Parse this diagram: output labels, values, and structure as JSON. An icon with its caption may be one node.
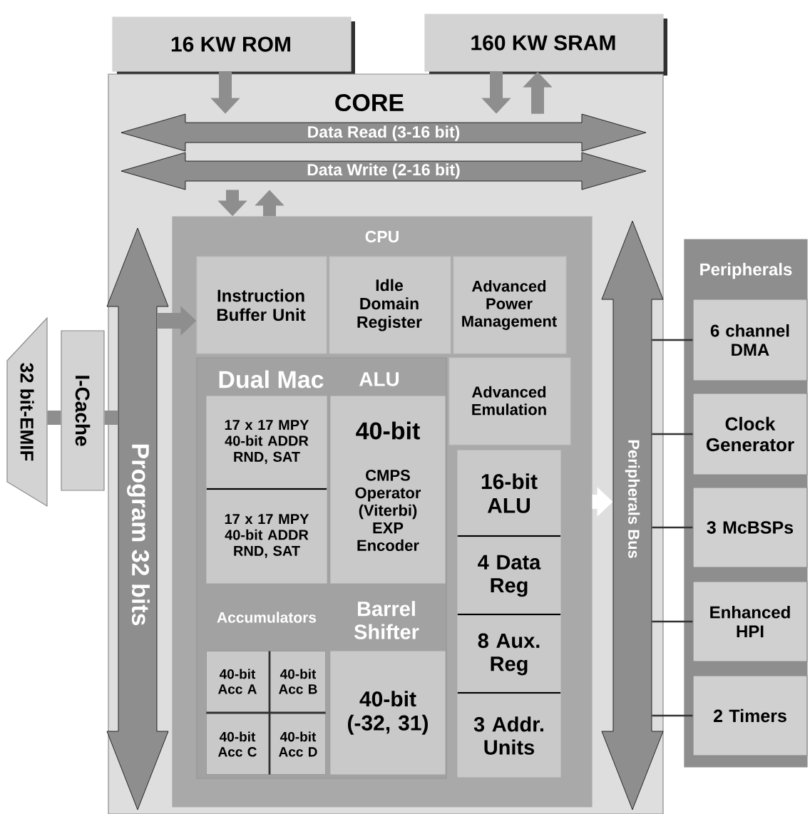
{
  "diagram": {
    "nodes": [
      {
        "text": [
          "16 KW ROM"
        ]
      },
      {
        "text": [
          "160 KW SRAM"
        ]
      },
      {
        "text": [
          "CORE"
        ]
      },
      {
        "text": [
          "Data Read (3-16 bit)"
        ],
        "in": 2
      },
      {
        "text": [
          "Data Write (2-16 bit)"
        ],
        "in": 2
      },
      {
        "text": [
          "CPU"
        ],
        "in": 2
      },
      {
        "text": [
          "Instruction Buffer Unit"
        ],
        "in": 5
      },
      {
        "text": [
          "Idle Domain Register"
        ],
        "in": 5
      },
      {
        "text": [
          "Advanced Power Management"
        ],
        "in": 5
      },
      {
        "text": [
          "Dual Mac"
        ],
        "in": 5
      },
      {
        "text": [
          "17 x 17 MPY 40-bit ADDR RND, SAT"
        ],
        "in": 9
      },
      {
        "text": [
          "17 x 17 MPY 40-bit ADDR RND, SAT"
        ],
        "in": 9
      },
      {
        "text": [
          "ALU",
          "40-bit",
          "CMPS Operator (Viterbi) EXP Encoder"
        ],
        "in": 9
      },
      {
        "text": [
          "Accumulators"
        ],
        "in": 9
      },
      {
        "text": [
          "40-bit Acc A"
        ],
        "in": 13
      },
      {
        "text": [
          "40-bit Acc B"
        ],
        "in": 13
      },
      {
        "text": [
          "40-bit Acc C"
        ],
        "in": 13
      },
      {
        "text": [
          "40-bit Acc D"
        ],
        "in": 13
      },
      {
        "text": [
          "Barrel Shifter",
          "40-bit (-32, 31)"
        ],
        "in": 9
      },
      {
        "text": [
          "Advanced Emulation"
        ],
        "in": 5
      },
      {
        "text": [
          "16-bit ALU"
        ],
        "in": 5
      },
      {
        "text": [
          "4 Data Reg"
        ],
        "in": 5
      },
      {
        "text": [
          "8 Aux. Reg"
        ],
        "in": 5
      },
      {
        "text": [
          "3 Addr. Units"
        ],
        "in": 5
      },
      {
        "text": [
          "Program 32 bits"
        ],
        "in": 2
      },
      {
        "text": [
          "Peripherals Bus"
        ],
        "in": 2
      },
      {
        "text": [
          "I-Cache"
        ]
      },
      {
        "text": [
          "32 bit-EMIF"
        ]
      },
      {
        "text": [
          "Peripherals"
        ]
      },
      {
        "text": [
          "6 channel DMA"
        ],
        "in": 28
      },
      {
        "text": [
          "Clock Generator"
        ],
        "in": 28
      },
      {
        "text": [
          "3 McBSPs"
        ],
        "in": 28
      },
      {
        "text": [
          "Enhanced HPI"
        ],
        "in": 28
      },
      {
        "text": [
          "2 Timers"
        ],
        "in": 28
      }
    ],
    "edges": [
      {
        "from": 0,
        "to": 3,
        "arrow": "to"
      },
      {
        "from": 1,
        "to": 3,
        "arrow": "to"
      },
      {
        "from": 3,
        "to": 1,
        "arrow": "to"
      },
      {
        "from": 4,
        "to": 5,
        "arrow": "to"
      },
      {
        "from": 5,
        "to": 4,
        "arrow": "to"
      },
      {
        "from": 24,
        "to": 6,
        "arrow": "to"
      },
      {
        "from": 27,
        "to": 26,
        "arrow": "none"
      },
      {
        "from": 26,
        "to": 24,
        "arrow": "none"
      },
      {
        "from": 5,
        "to": 25,
        "arrow": "to",
        "color": "#ffffff"
      },
      {
        "from": 25,
        "to": 29,
        "arrow": "none",
        "color": "#333333"
      },
      {
        "from": 25,
        "to": 30,
        "arrow": "none",
        "color": "#333333"
      },
      {
        "from": 25,
        "to": 31,
        "arrow": "none",
        "color": "#333333"
      },
      {
        "from": 25,
        "to": 32,
        "arrow": "none",
        "color": "#333333"
      },
      {
        "from": 25,
        "to": 33,
        "arrow": "none",
        "color": "#333333"
      }
    ]
  }
}
